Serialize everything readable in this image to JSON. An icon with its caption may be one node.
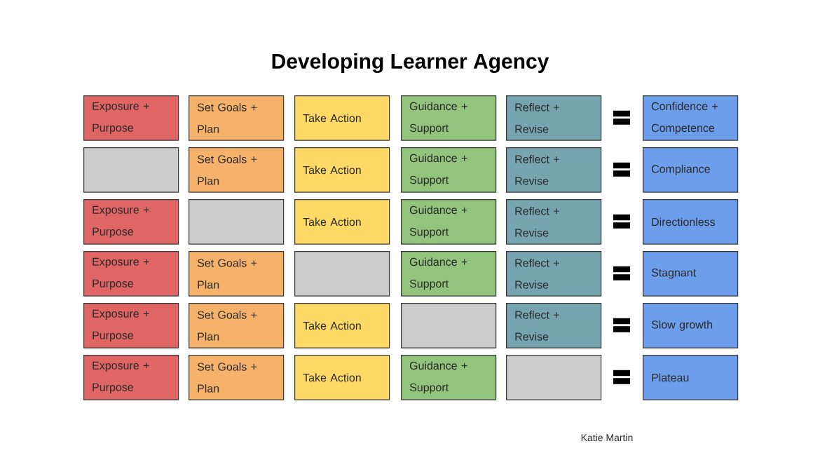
{
  "diagram": {
    "title": "Developing Learner Agency",
    "nodes": [
      {
        "text": [
          "Exposure + Purpose"
        ]
      },
      {
        "text": [
          "Set Goals + Plan"
        ]
      },
      {
        "text": [
          "Take Action"
        ]
      },
      {
        "text": [
          "Guidance + Support"
        ]
      },
      {
        "text": [
          "Reflect + Revise"
        ]
      },
      {
        "text": [
          "Confidence + Competence"
        ]
      },
      {
        "text": [],
        "shape": "box"
      },
      {
        "text": [
          "Set Goals + Plan"
        ]
      },
      {
        "text": [
          "Take Action"
        ]
      },
      {
        "text": [
          "Guidance + Support"
        ]
      },
      {
        "text": [
          "Reflect + Revise"
        ]
      },
      {
        "text": [
          "Compliance"
        ]
      },
      {
        "text": [
          "Exposure + Purpose"
        ]
      },
      {
        "text": [],
        "shape": "box"
      },
      {
        "text": [
          "Take Action"
        ]
      },
      {
        "text": [
          "Guidance + Support"
        ]
      },
      {
        "text": [
          "Reflect + Revise"
        ]
      },
      {
        "text": [
          "Directionless"
        ]
      },
      {
        "text": [
          "Exposure + Purpose"
        ]
      },
      {
        "text": [
          "Set Goals + Plan"
        ]
      },
      {
        "text": [],
        "shape": "box"
      },
      {
        "text": [
          "Guidance + Support"
        ]
      },
      {
        "text": [
          "Reflect + Revise"
        ]
      },
      {
        "text": [
          "Stagnant"
        ]
      },
      {
        "text": [
          "Exposure + Purpose"
        ]
      },
      {
        "text": [
          "Set Goals + Plan"
        ]
      },
      {
        "text": [
          "Take Action"
        ]
      },
      {
        "text": [],
        "shape": "box"
      },
      {
        "text": [
          "Reflect + Revise"
        ]
      },
      {
        "text": [
          "Slow growth"
        ]
      },
      {
        "text": [
          "Exposure + Purpose"
        ]
      },
      {
        "text": [
          "Set Goals + Plan"
        ]
      },
      {
        "text": [
          "Take Action"
        ]
      },
      {
        "text": [
          "Guidance + Support"
        ]
      },
      {
        "text": [],
        "shape": "box"
      },
      {
        "text": [
          "Plateau"
        ]
      }
    ],
    "labels": [
      "Katie Martin"
    ]
  }
}
